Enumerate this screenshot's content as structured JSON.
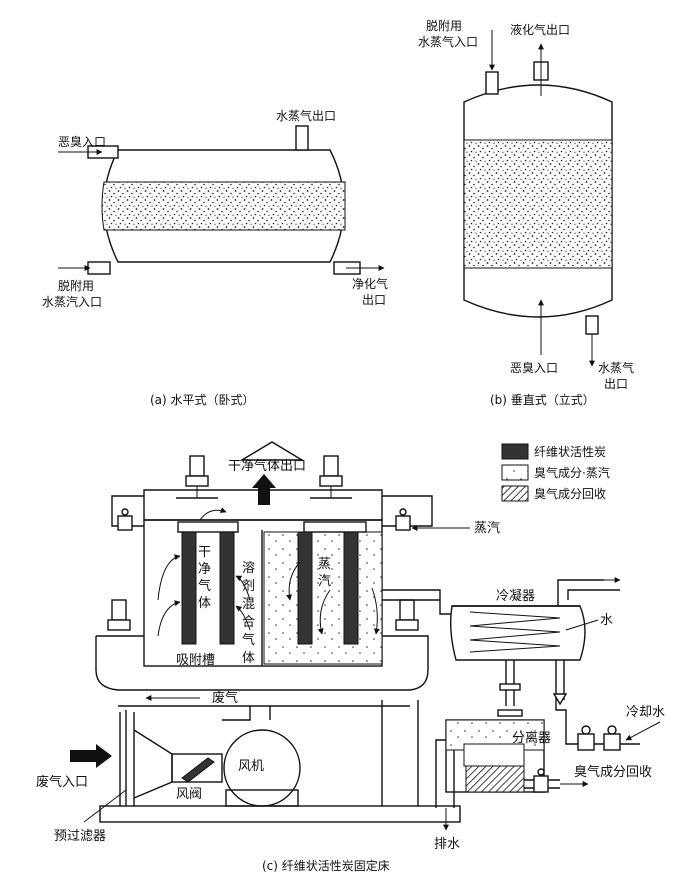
{
  "horizontal": {
    "in_odor": "恶臭入口",
    "out_steam": "水蒸气出口",
    "in_steam_l1": "脱附用",
    "in_steam_l2": "水蒸汽入口",
    "out_clean_l1": "净化气",
    "out_clean_l2": "出口",
    "caption": "(a) 水平式（卧式）"
  },
  "vertical": {
    "in_steam_l1": "脱附用",
    "in_steam_l2": "水蒸气入口",
    "out_liquefied": "液化气出口",
    "in_odor": "恶臭入口",
    "out_steam_l1": "水蒸气",
    "out_steam_l2": "出口",
    "caption": "(b) 垂直式（立式）"
  },
  "legend": {
    "fiber_carbon": "纤维状活性炭",
    "odor_steam": "臭气成分·蒸汽",
    "odor_recovery": "臭气成分回收"
  },
  "fixed_bed": {
    "clean_out": "干净气体出口",
    "steam": "蒸汽",
    "clean_gas_vertical": [
      "干",
      "净",
      "气",
      "体"
    ],
    "solvent_vertical": [
      "溶",
      "剂",
      "混",
      "合",
      "气",
      "体"
    ],
    "steam_vertical": [
      "蒸",
      "汽"
    ],
    "adsorb_tank": "吸附槽",
    "condenser": "冷凝器",
    "water": "水",
    "cooling_water": "冷却水",
    "waste_gas": "废气",
    "separator": "分离器",
    "odor_recovery": "臭气成分回收",
    "waste_in": "废气入口",
    "damper": "风阀",
    "fan": "风机",
    "prefilter": "预过滤器",
    "drain": "排水",
    "caption": "(c) 纤维状活性炭固定床"
  }
}
